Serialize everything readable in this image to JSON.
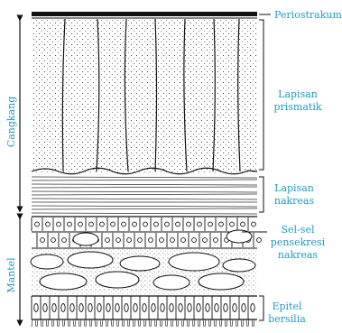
{
  "labels": {
    "periostrakum": "Periostrakum",
    "prismatik_1": "Lapisan",
    "prismatik_2": "prismatik",
    "nakreas_1": "Lapisan",
    "nakreas_2": "nakreas",
    "pensekresi_1": "Sel-sel",
    "pensekresi_2": "pensekresi",
    "pensekresi_3": "nakreas",
    "epitel_1": "Epitel",
    "epitel_2": "bersilia"
  },
  "side_labels": {
    "cangkang": "Cangkang",
    "mantel": "Mantel"
  },
  "colors": {
    "label": "#1f9bc6",
    "ink": "#111111"
  }
}
